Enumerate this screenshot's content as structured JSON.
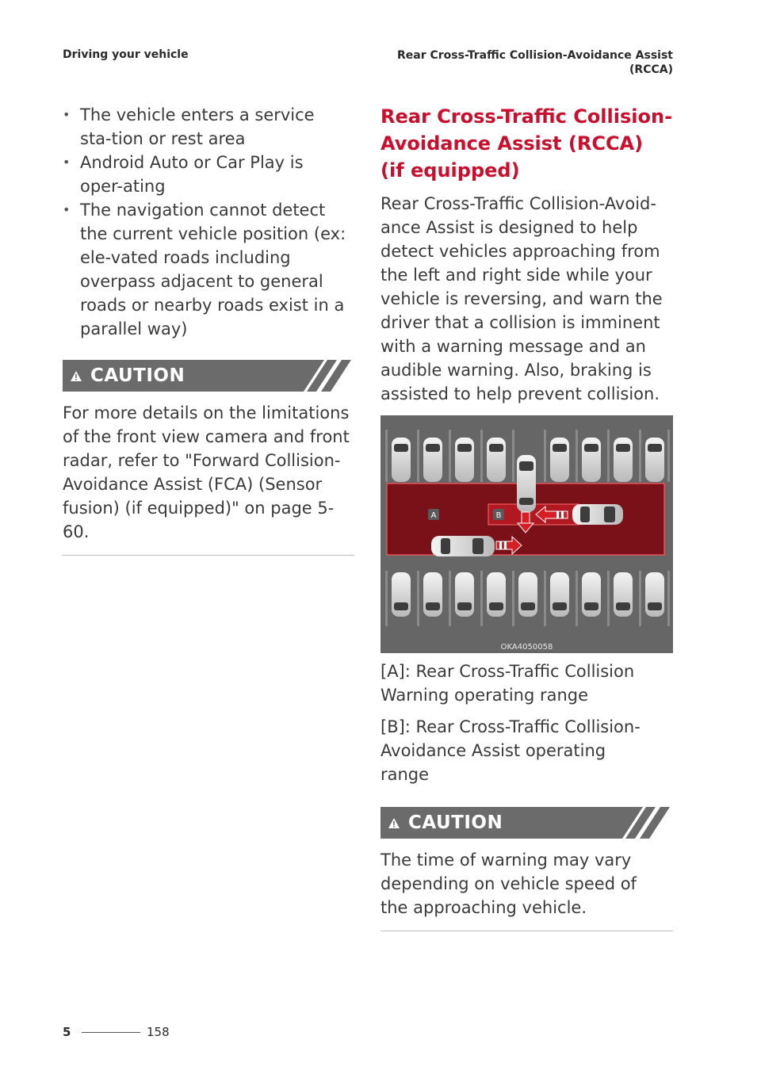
{
  "header": {
    "left": "Driving your vehicle",
    "right_line1": "Rear Cross-Traffic Collision-Avoidance Assist",
    "right_line2": "(RCCA)"
  },
  "left_column": {
    "bullets": [
      "The vehicle enters a service sta-tion or rest area",
      "Android Auto or Car Play is oper-ating",
      "The navigation cannot detect the current vehicle position (ex: ele-vated roads including overpass adjacent to general roads or nearby roads exist in a parallel way)"
    ],
    "caution_title": "CAUTION",
    "caution_text": "For more details on the limitations of the front view camera and front radar, refer to \"Forward Collision-Avoidance Assist (FCA) (Sensor fusion) (if equipped)\" on page 5-60."
  },
  "right_column": {
    "section_title": "Rear Cross-Traffic Collision-Avoidance Assist (RCCA) (if equipped)",
    "intro": "Rear Cross-Traffic Collision-Avoid-ance Assist is designed to help detect vehicles approaching from the left and right side while your vehicle is reversing, and warn the driver that a collision is imminent with a warning message and an audible warning. Also, braking is assisted to help prevent collision.",
    "figure": {
      "label_a": "A",
      "label_b": "B",
      "image_id": "OKA4050058"
    },
    "legend_a": "[A]: Rear Cross-Traffic Collision Warning operating range",
    "legend_b": "[B]: Rear Cross-Traffic Collision-Avoidance Assist operating range",
    "caution_title": "CAUTION",
    "caution_text": "The time of warning may vary depending on vehicle speed of the approaching vehicle."
  },
  "footer": {
    "chapter": "5",
    "page": "158"
  },
  "colors": {
    "accent_red": "#c8102e",
    "caution_gray": "#6b6b6b",
    "zone_red": "#7a1018"
  },
  "icons": [
    "warning-triangle-icon",
    "arrow-left-icon",
    "arrow-right-icon",
    "arrow-down-icon"
  ]
}
